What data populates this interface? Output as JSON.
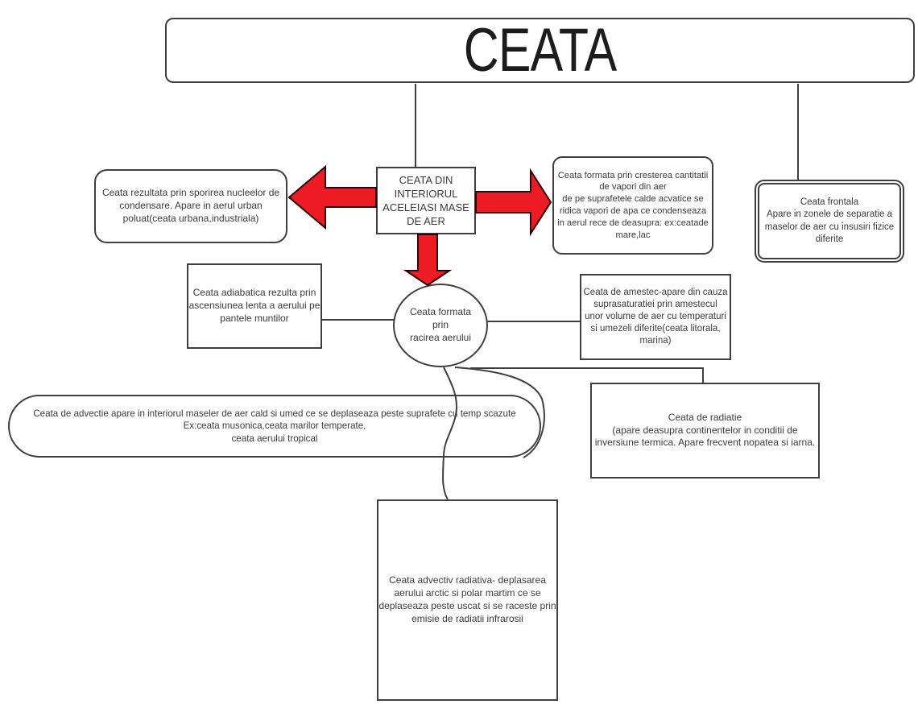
{
  "diagram_title": "CEATA",
  "colors": {
    "arrow_red": "#ed1c24",
    "line_stroke": "#3f3f3f",
    "background": "#ffffff",
    "text": "#3b3b3b"
  },
  "nodes": {
    "root": {
      "label": "CEATA"
    },
    "interior_mass": {
      "lines": [
        "CEATA DIN",
        "INTERIORUL",
        "ACELEIASI MASE",
        "DE AER"
      ]
    },
    "nuclei": {
      "lines": [
        "Ceata rezultata prin sporirea nucleelor de",
        "condensare. Apare in aerul urban",
        "poluat(ceata urbana,industriala)"
      ]
    },
    "vapor_increase": {
      "lines": [
        "Ceata formata prin cresterea cantitatii",
        "de vapori din aer",
        "de pe suprafetele calde acvatice se",
        "ridica vapori de apa ce condenseaza",
        "in aerul rece de deasupra: ex:ceatade",
        "mare,lac"
      ]
    },
    "frontala": {
      "lines": [
        "Ceata frontala",
        "Apare in zonele de separatie a",
        "maselor de aer cu insusiri fizice",
        "diferite"
      ]
    },
    "adiabatica": {
      "lines": [
        "Ceata adiabatica  rezulta prin",
        "ascensiunea lenta a aerului pe",
        "pantele muntilor"
      ]
    },
    "racirea": {
      "lines": [
        "Ceata formata",
        "prin",
        "racirea aerului"
      ]
    },
    "amestec": {
      "lines": [
        "Ceata de amestec-apare din cauza",
        "suprasaturatiei prin amestecul",
        "unor volume de  aer cu temperaturi",
        "si umezeli diferite(ceata litorala,",
        "marina)"
      ]
    },
    "advectie": {
      "lines": [
        "Ceata de advectie apare in interiorul maseler de aer cald si umed ce se deplaseaza peste suprafete cu temp scazute",
        "Ex:ceata musonica,ceata marilor temperate,",
        "ceata aerului tropical"
      ]
    },
    "radiatie": {
      "lines": [
        "Ceata de radiatie",
        "(apare  deasupra continentelor in conditii de",
        "inversiune termica. Apare frecvent nopatea si iarna."
      ]
    },
    "advectiv_radiativa": {
      "lines": [
        "Ceata advectiv radiativa- deplasarea",
        "aerului arctic si polar martim ce se",
        "deplaseaza peste uscat si se raceste prin",
        "emisie de radiatii infrarosii"
      ]
    }
  }
}
